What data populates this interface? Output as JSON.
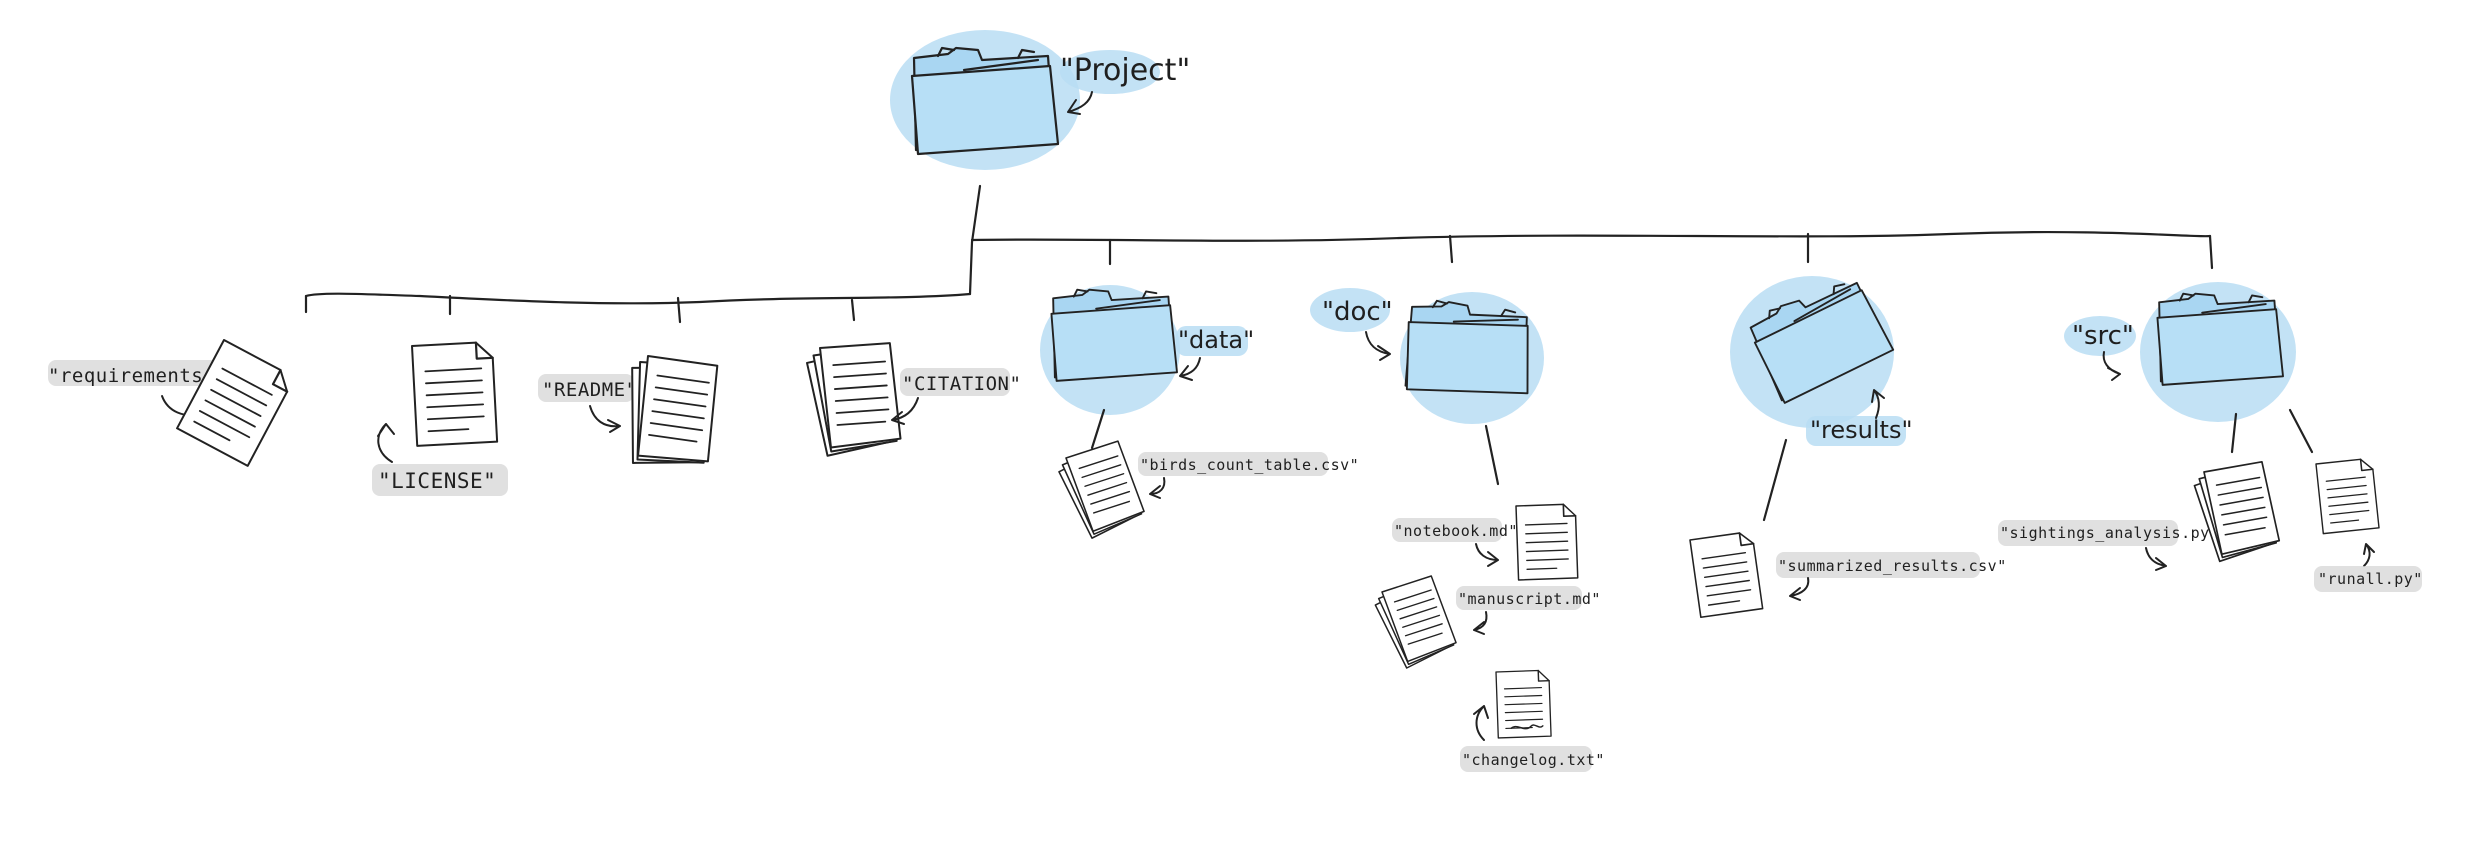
{
  "root": {
    "label": "\"Project\""
  },
  "root_files": [
    {
      "id": "requirements",
      "label": "\"requirements.txt\""
    },
    {
      "id": "license",
      "label": "\"LICENSE\""
    },
    {
      "id": "readme",
      "label": "\"README\""
    },
    {
      "id": "citation",
      "label": "\"CITATION\""
    }
  ],
  "folders": [
    {
      "id": "data",
      "label": "\"data\"",
      "files": [
        "\"birds_count_table.csv\""
      ]
    },
    {
      "id": "doc",
      "label": "\"doc\"",
      "files": [
        "\"notebook.md\"",
        "\"manuscript.md\"",
        "\"changelog.txt\""
      ]
    },
    {
      "id": "results",
      "label": "\"results\"",
      "files": [
        "\"summarized_results.csv\""
      ]
    },
    {
      "id": "src",
      "label": "\"src\"",
      "files": [
        "\"sightings_analysis.py\"",
        "\"runall.py\""
      ]
    }
  ],
  "colors": {
    "folder_fill": "#b7dff6",
    "label_highlight": "#d6d6d6",
    "folder_label_highlight": "#b9ddf3",
    "ink": "#222222"
  },
  "icons": {
    "folder": "folder-icon",
    "document": "document-icon",
    "document_stack": "document-stack-icon"
  }
}
